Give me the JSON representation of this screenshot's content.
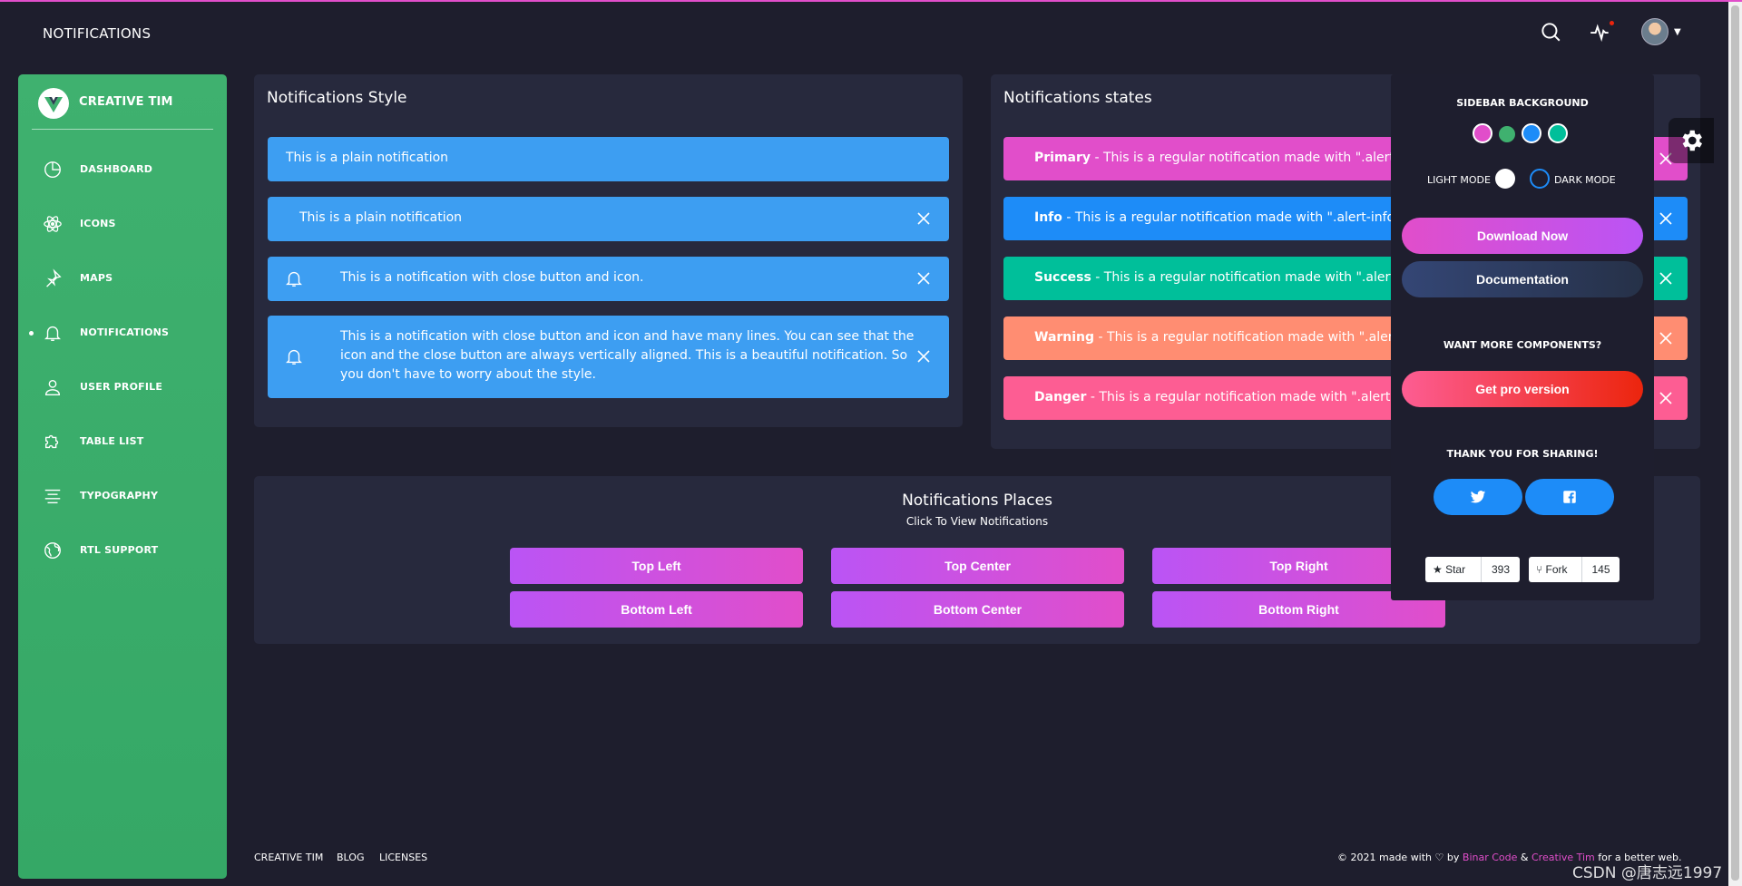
{
  "navbar": {
    "brand": "NOTIFICATIONS",
    "icons": [
      "search-icon",
      "activity-icon",
      "avatar"
    ]
  },
  "sidebar": {
    "brand": "CREATIVE TIM",
    "items": [
      {
        "label": "DASHBOARD",
        "icon": "chart-pie-icon"
      },
      {
        "label": "ICONS",
        "icon": "atom-icon"
      },
      {
        "label": "MAPS",
        "icon": "pin-icon"
      },
      {
        "label": "NOTIFICATIONS",
        "icon": "bell-icon",
        "active": true
      },
      {
        "label": "USER PROFILE",
        "icon": "user-icon"
      },
      {
        "label": "TABLE LIST",
        "icon": "puzzle-icon"
      },
      {
        "label": "TYPOGRAPHY",
        "icon": "align-center-icon"
      },
      {
        "label": "RTL SUPPORT",
        "icon": "world-icon"
      }
    ]
  },
  "styles_card": {
    "title": "Notifications Style",
    "alerts": [
      {
        "text": "This is a plain notification"
      },
      {
        "text": "This is a plain notification"
      },
      {
        "text": "This is a notification with close button and icon."
      },
      {
        "text": "This is a notification with close button and icon and have many lines. You can see that the icon and the close button are always vertically aligned. This is a beautiful notification. So you don't have to worry about the style."
      }
    ]
  },
  "states_card": {
    "title": "Notifications states",
    "alerts": [
      {
        "label": "Primary",
        "text": " - This is a regular notification made with \".alert-primary\"",
        "color": "#e14eca"
      },
      {
        "label": "Info",
        "text": " - This is a regular notification made with \".alert-info\"",
        "color": "#1d8cf8"
      },
      {
        "label": "Success",
        "text": " - This is a regular notification made with \".alert-success\"",
        "color": "#00bf9a"
      },
      {
        "label": "Warning",
        "text": " - This is a regular notification made with \".alert-warning\"",
        "color": "#ff8d72"
      },
      {
        "label": "Danger",
        "text": " - This is a regular notification made with \".alert-danger\"",
        "color": "#fd5d93"
      }
    ]
  },
  "places_card": {
    "title": "Notifications Places",
    "subtitle": "Click To View Notifications",
    "buttons": [
      "Top Left",
      "Top Center",
      "Top Right",
      "Bottom Left",
      "Bottom Center",
      "Bottom Right"
    ]
  },
  "plugin": {
    "sidebar_bg_heading": "SIDEBAR BACKGROUND",
    "colors": [
      "#e14eca",
      "#00f2c3",
      "#1d8cf8",
      "#00bf9a"
    ],
    "light_mode": "LIGHT MODE",
    "dark_mode": "DARK MODE",
    "download": "Download Now",
    "docs": "Documentation",
    "more_heading": "WANT MORE COMPONENTS?",
    "pro": "Get pro version",
    "thanks_heading": "THANK YOU FOR SHARING!",
    "github": {
      "star_label": "Star",
      "star_count": "393",
      "fork_label": "Fork",
      "fork_count": "145"
    }
  },
  "footer": {
    "links": [
      "CREATIVE TIM",
      "BLOG",
      "LICENSES"
    ],
    "copy_prefix": "© 2021 made with",
    "by": "by",
    "binar": "Binar Code",
    "amp": "&",
    "creative": "Creative Tim",
    "suffix": "for a better web."
  },
  "watermark": "CSDN @唐志远1997",
  "colors": {
    "background": "#1e1e2d",
    "card": "#27293d",
    "sidebar": "#3fb16f",
    "info": "#3d9ef2",
    "accent": "#e14eca"
  }
}
